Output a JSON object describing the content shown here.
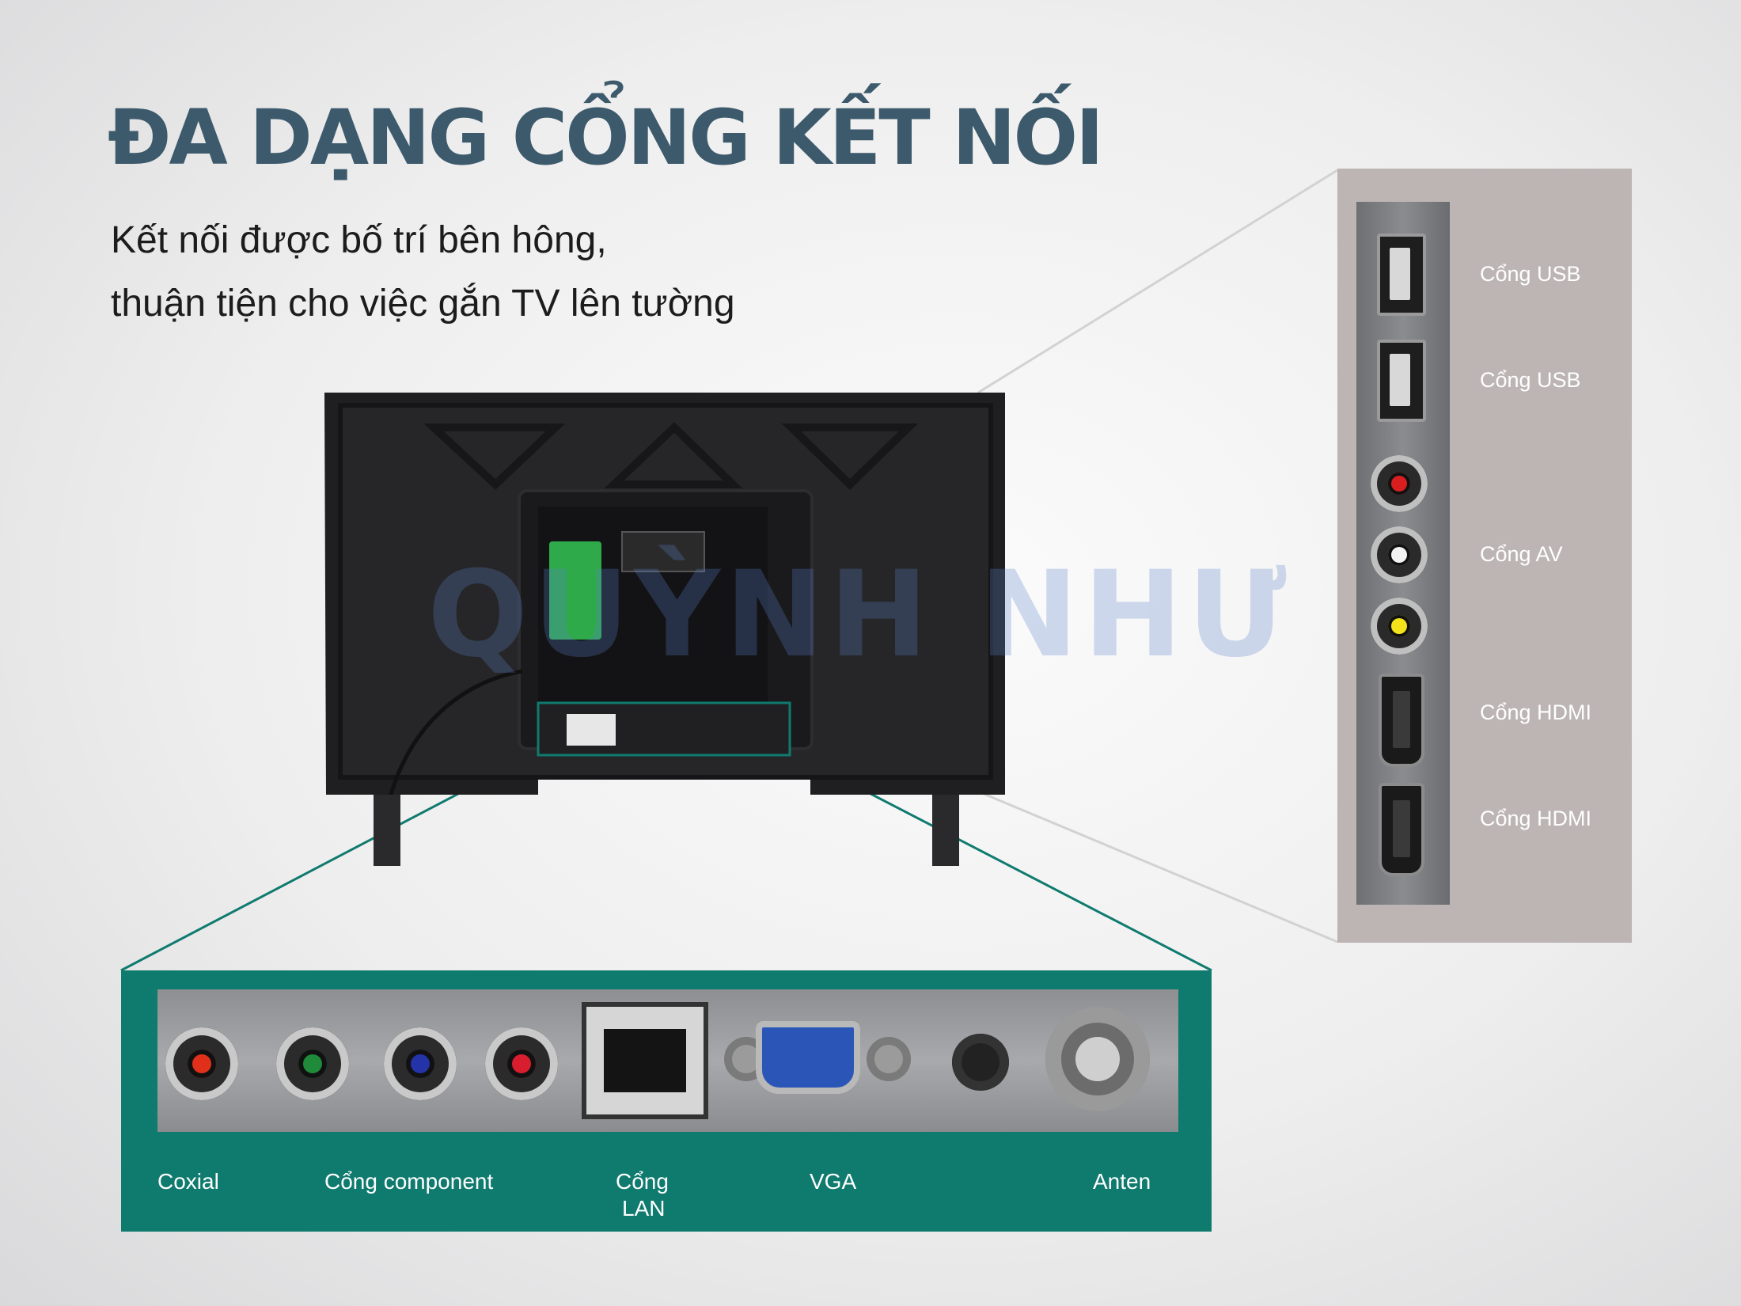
{
  "headline": "ĐA DẠNG CỔNG KẾT NỐI",
  "subtitle": {
    "line1": "Kết nối được bố trí bên hông,",
    "line2": "thuận tiện cho việc gắn TV lên tường"
  },
  "watermark": "QUỲNH NHƯ",
  "side_ports": {
    "usb_1": "Cổng USB",
    "usb_2": "Cổng USB",
    "av": "Cổng AV",
    "hdmi_1": "Cổng HDMI",
    "hdmi_2": "Cổng HDMI"
  },
  "bottom_ports": {
    "coaxial": "Coxial",
    "component": "Cổng component",
    "lan_line1": "Cổng",
    "lan_line2": "LAN",
    "vga": "VGA",
    "antenna": "Anten"
  },
  "colors": {
    "headline": "#3d5a6c",
    "bottom_panel": "#0f7a6e",
    "side_panel": "#bcb5b4",
    "rca_red": "#d81e1e",
    "rca_white": "#f2f2f2",
    "rca_yellow": "#f4e21a",
    "rca_green": "#1f8a3a",
    "rca_blue": "#2433a8"
  }
}
